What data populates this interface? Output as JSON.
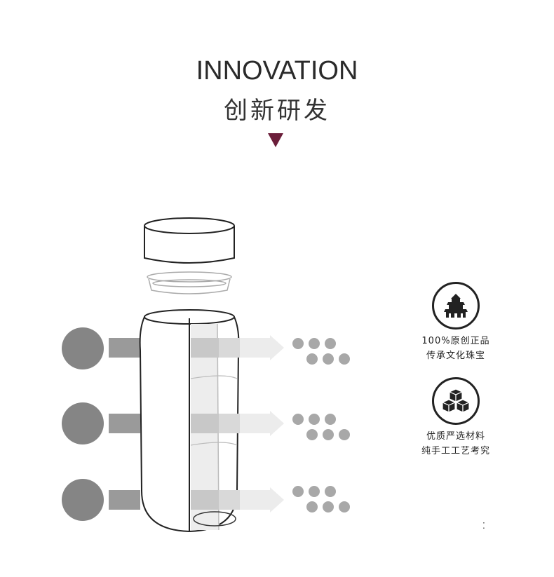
{
  "header": {
    "title_en": "INNOVATION",
    "title_cn": "创新研发"
  },
  "colors": {
    "accent": "#6b1e3a",
    "circle": "#858585",
    "arrow": "#b5b5b5",
    "dot": "#a8a8a8",
    "ink": "#222222"
  },
  "features": [
    {
      "icon": "temple-icon",
      "line1": "100%原创正品",
      "line2": "传承文化珠宝"
    },
    {
      "icon": "cubes-icon",
      "line1": "优质严选材料",
      "line2": "纯手工工艺考究"
    }
  ],
  "corner_mark": "⁚"
}
